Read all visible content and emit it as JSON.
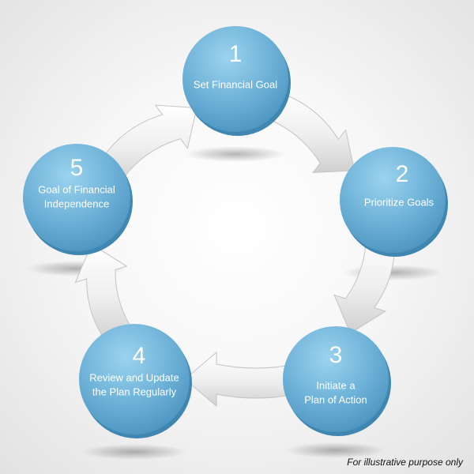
{
  "steps": [
    {
      "number": "1",
      "label_lines": [
        "Set Financial Goal"
      ]
    },
    {
      "number": "2",
      "label_lines": [
        "Prioritize Goals"
      ]
    },
    {
      "number": "3",
      "label_lines": [
        "Initiate a",
        "Plan of Action"
      ]
    },
    {
      "number": "4",
      "label_lines": [
        "Review and Update",
        "the Plan Regularly"
      ]
    },
    {
      "number": "5",
      "label_lines": [
        "Goal of Financial",
        "Independence"
      ]
    }
  ],
  "footnote": "For illustrative purpose only",
  "colors": {
    "circle_light": "#8fcbe8",
    "circle_dark": "#4f99c4",
    "circle_edge": "#3f86b0",
    "arrow_light": "#ffffff",
    "arrow_dark": "#d4d4d4",
    "text": "#ffffff"
  }
}
